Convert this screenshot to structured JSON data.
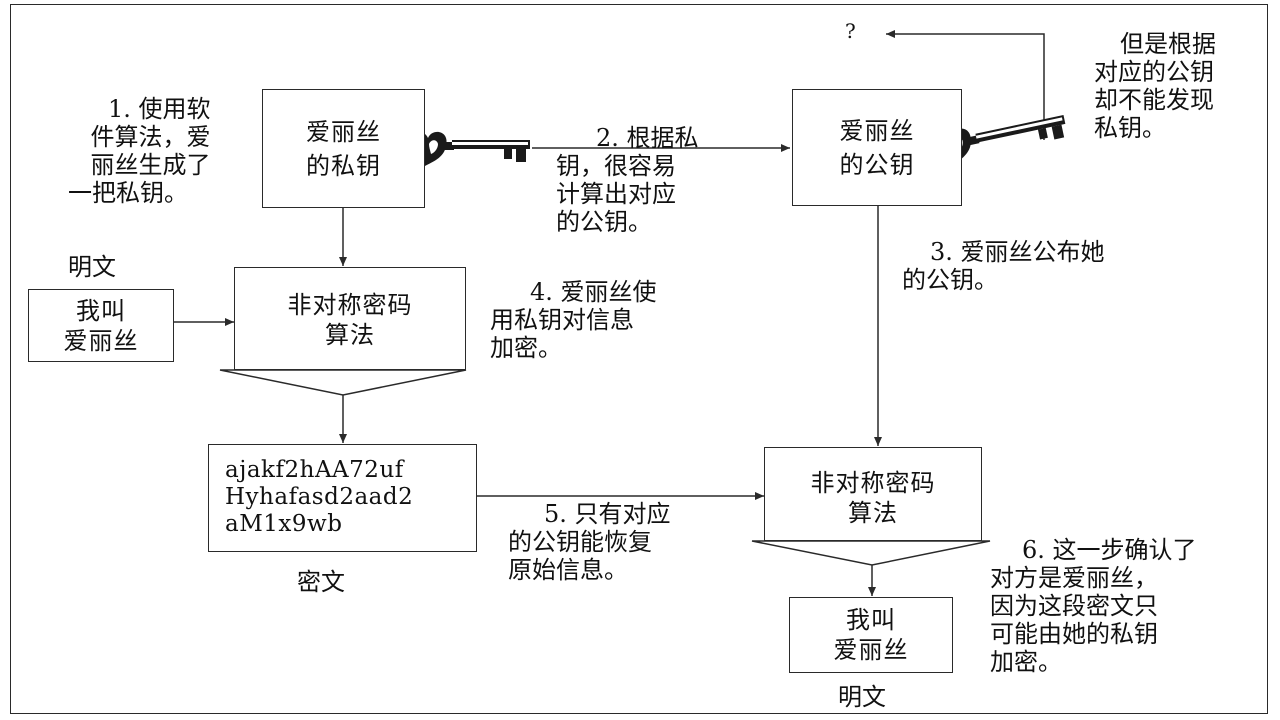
{
  "private_key_box": {
    "line1": "爱丽丝",
    "line2": "的私钥"
  },
  "public_key_box": {
    "line1": "爱丽丝",
    "line2": "的公钥"
  },
  "plaintext_label_left": "明文",
  "plaintext_box_left": {
    "line1": "我叫",
    "line2": "爱丽丝"
  },
  "algorithm_box_left": {
    "line1": "非对称密码",
    "line2": "算法"
  },
  "ciphertext_box": {
    "line1": "ajakf2hAA72uf",
    "line2": "Hyhafasd2aad2",
    "line3": "aM1x9wb"
  },
  "ciphertext_label": "密文",
  "algorithm_box_right": {
    "line1": "非对称密码",
    "line2": "算法"
  },
  "plaintext_box_right": {
    "line1": "我叫",
    "line2": "爱丽丝"
  },
  "plaintext_label_right": "明文",
  "question_mark": "?",
  "notes": {
    "step1": [
      "1. 使用软",
      "件算法，爱",
      "丽丝生成了",
      "一把私钥。"
    ],
    "step2": [
      "2. 根据私",
      "钥，很容易",
      "计算出对应",
      "的公钥。"
    ],
    "public_note": [
      "但是根据",
      "对应的公钥",
      "却不能发现",
      "私钥。"
    ],
    "step3": [
      "3. 爱丽丝公布她",
      "的公钥。"
    ],
    "step4": [
      "4. 爱丽丝使",
      "用私钥对信息",
      "加密。"
    ],
    "step5": [
      "5. 只有对应",
      "的公钥能恢复",
      "原始信息。"
    ],
    "step6": [
      "6. 这一步确认了",
      "对方是爱丽丝，",
      "因为这段密文只",
      "可能由她的私钥",
      "加密。"
    ]
  }
}
